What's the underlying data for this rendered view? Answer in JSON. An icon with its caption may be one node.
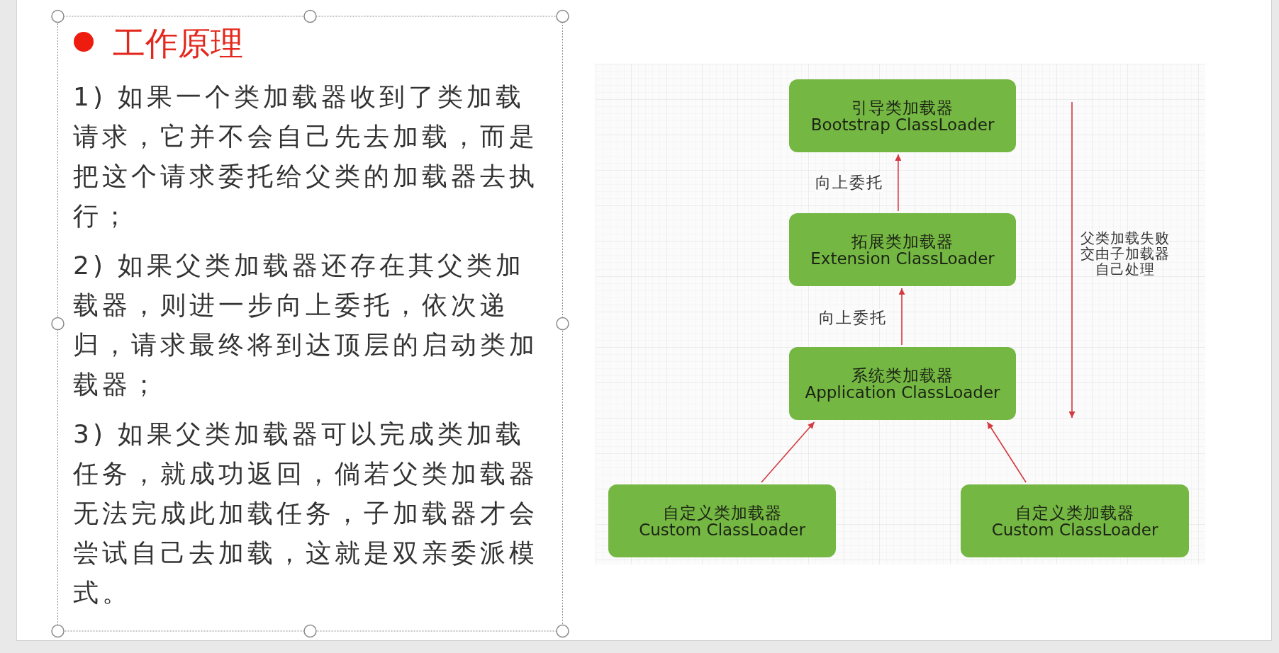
{
  "diagram": {
    "title": "工作原理",
    "nodes": [
      {
        "text": [
          "引导类加载器",
          "Bootstrap ClassLoader"
        ]
      },
      {
        "text": [
          "拓展类加载器",
          "Extension ClassLoader"
        ]
      },
      {
        "text": [
          "系统类加载器",
          "Application ClassLoader"
        ]
      },
      {
        "text": [
          "自定义类加载器",
          "Custom ClassLoader"
        ]
      },
      {
        "text": [
          "自定义类加载器",
          "Custom ClassLoader"
        ]
      }
    ],
    "edges": [
      {
        "from": 1,
        "to": 0,
        "arrow": "to",
        "label": "向上委托"
      },
      {
        "from": 2,
        "to": 1,
        "arrow": "to",
        "label": "向上委托"
      },
      {
        "from": 3,
        "to": 2,
        "arrow": "to"
      },
      {
        "from": 4,
        "to": 2,
        "arrow": "to"
      }
    ],
    "labels": [
      "1) 如果一个类加载器收到了类加载请求，它并不会自己先去加载，而是把这个请求委托给父类的加载器去执行；",
      "2) 如果父类加载器还存在其父类加载器，则进一步向上委托，依次递归，请求最终将到达顶层的启动类加载器；",
      "3) 如果父类加载器可以完成类加载任务，就成功返回，倘若父类加载器无法完成此加载任务，子加载器才会尝试自己去加载，这就是双亲委派模式。",
      "父类加载失败交由子加载器自己处理"
    ]
  }
}
